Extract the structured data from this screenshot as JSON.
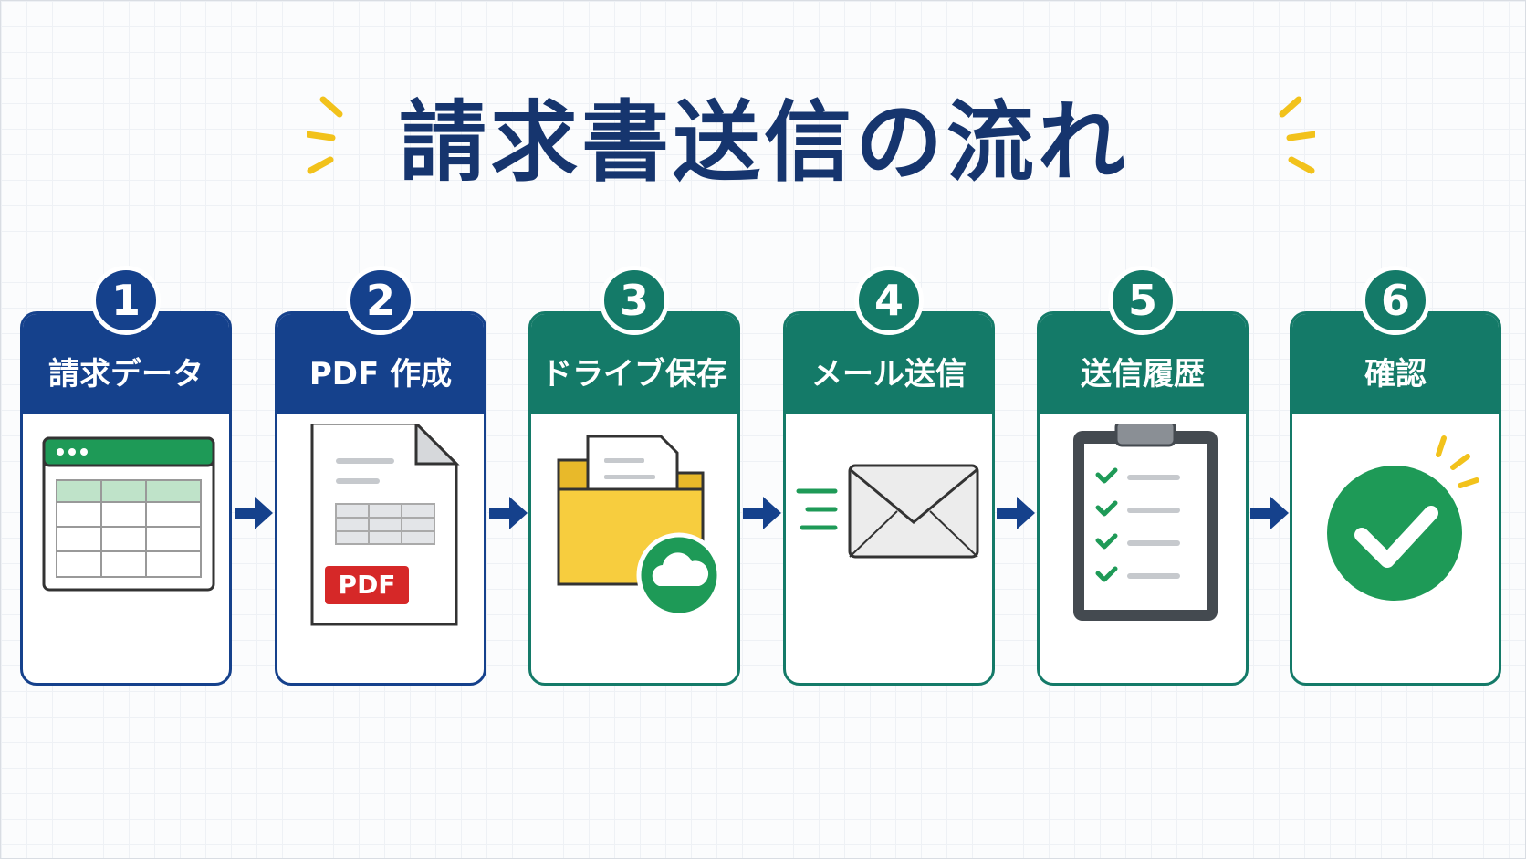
{
  "title": "請求書送信の流れ",
  "colors": {
    "navy": "#16356e",
    "blue": "#15418c",
    "green": "#147a68",
    "spark": "#f2c21b",
    "arrow": "#15418c"
  },
  "steps": [
    {
      "number": "1",
      "label": "請求データ",
      "theme": "blue",
      "icon": "spreadsheet-icon"
    },
    {
      "number": "2",
      "label": "PDF 作成",
      "theme": "blue",
      "icon": "pdf-document-icon",
      "badge_text": "PDF"
    },
    {
      "number": "3",
      "label": "ドライブ保存",
      "theme": "green",
      "icon": "folder-cloud-icon"
    },
    {
      "number": "4",
      "label": "メール送信",
      "theme": "green",
      "icon": "envelope-icon"
    },
    {
      "number": "5",
      "label": "送信履歴",
      "theme": "green",
      "icon": "clipboard-checklist-icon"
    },
    {
      "number": "6",
      "label": "確認",
      "theme": "green",
      "icon": "check-circle-icon"
    }
  ]
}
